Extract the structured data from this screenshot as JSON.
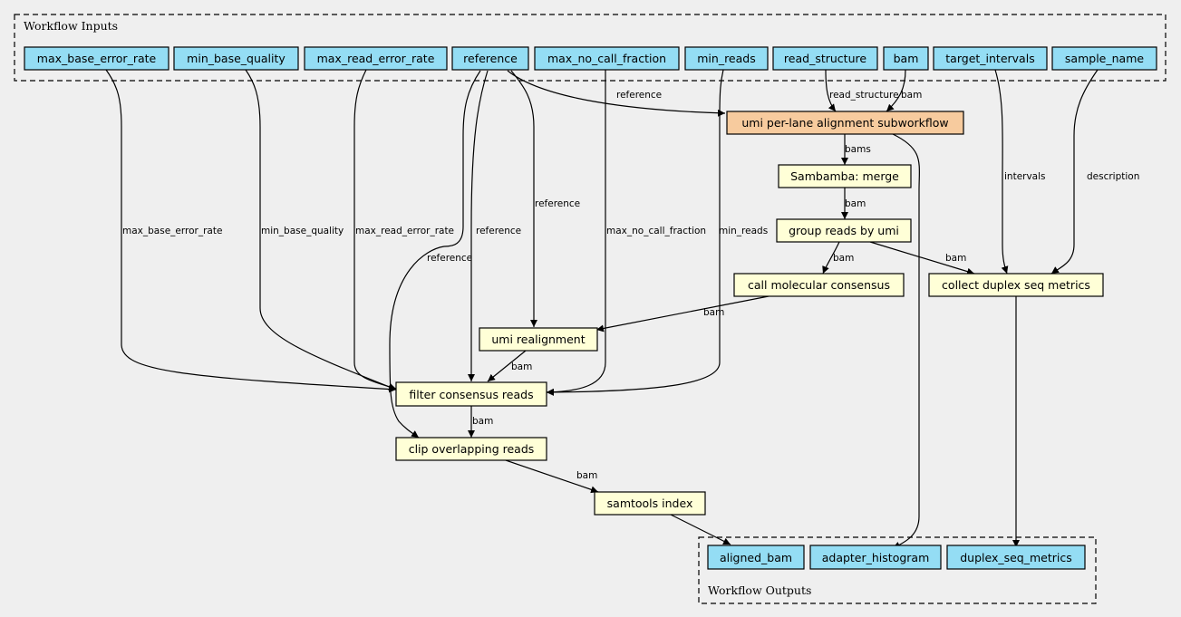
{
  "clusters": {
    "inputs": "Workflow Inputs",
    "outputs": "Workflow Outputs"
  },
  "colors": {
    "background": "#efefef",
    "io_node": "#94ddf4",
    "subworkflow_node": "#f7cb9e",
    "step_node": "#ffffd7"
  },
  "nodes": {
    "max_base_error_rate": "max_base_error_rate",
    "min_base_quality": "min_base_quality",
    "max_read_error_rate": "max_read_error_rate",
    "reference": "reference",
    "max_no_call_fraction": "max_no_call_fraction",
    "min_reads": "min_reads",
    "read_structure": "read_structure",
    "bam": "bam",
    "target_intervals": "target_intervals",
    "sample_name": "sample_name",
    "umi_alignment": "umi per-lane alignment subworkflow",
    "sambamba_merge": "Sambamba: merge",
    "group_reads": "group reads by umi",
    "call_consensus": "call molecular consensus",
    "collect_metrics": "collect duplex seq metrics",
    "umi_realignment": "umi realignment",
    "filter_consensus": "filter consensus reads",
    "clip_overlapping": "clip overlapping reads",
    "samtools_index": "samtools index",
    "aligned_bam": "aligned_bam",
    "adapter_histogram": "adapter_histogram",
    "duplex_seq_metrics": "duplex_seq_metrics"
  },
  "edge_labels": {
    "ref_to_umi_alignment": "reference",
    "read_structure": "read_structure",
    "bam": "bam",
    "bams": "bams",
    "merge_to_group": "bam",
    "group_to_call": "bam",
    "group_to_metrics": "bam",
    "intervals": "intervals",
    "description": "description",
    "call_to_realign": "bam",
    "max_base_error_rate": "max_base_error_rate",
    "min_base_quality": "min_base_quality",
    "max_read_error_rate": "max_read_error_rate",
    "ref_to_filter": "reference",
    "ref_to_clip": "reference",
    "ref_to_realign": "reference",
    "max_no_call_fraction": "max_no_call_fraction",
    "min_reads": "min_reads",
    "realign_to_filter": "bam",
    "filter_to_clip": "bam",
    "clip_to_index": "bam"
  }
}
